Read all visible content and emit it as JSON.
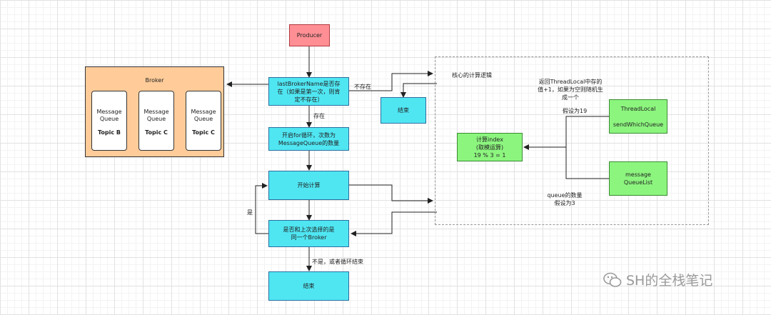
{
  "nodes": {
    "producer": "Producer",
    "check_last_broker": "lastBrokerName是否存在（如果是第一次，则肯定不存在）",
    "end_top": "结束",
    "loop_start": "开启for循环，次数为MessageQueue的数量",
    "start_calc": "开始计算",
    "same_broker": "是否和上次选择的是同一个Broker",
    "end_bottom": "结束",
    "calc_index": "计算index\n(取模运算)\n19 % 3 = 1",
    "thread_local": "ThreadLocal\n\nsendWhichQueue",
    "message_queue_list": "message\nQueueList"
  },
  "broker": {
    "title": "Broker",
    "queues": [
      {
        "label": "Message\nQueue",
        "topic": "Topic B"
      },
      {
        "label": "Message\nQueue",
        "topic": "Topic C"
      },
      {
        "label": "Message\nQueue",
        "topic": "Topic C"
      }
    ]
  },
  "labels": {
    "not_exist": "不存在",
    "exist": "存在",
    "yes": "是",
    "no_or_end": "不是，或者循环结束",
    "core_logic": "核心的计算逻辑",
    "threadlocal_note": "返回ThreadLocal中存的值+1，如果为空则随机生成一个",
    "assume_19": "假设为19",
    "queue_count": "queue的数量\n假设为3"
  },
  "watermark": "SH的全栈笔记"
}
